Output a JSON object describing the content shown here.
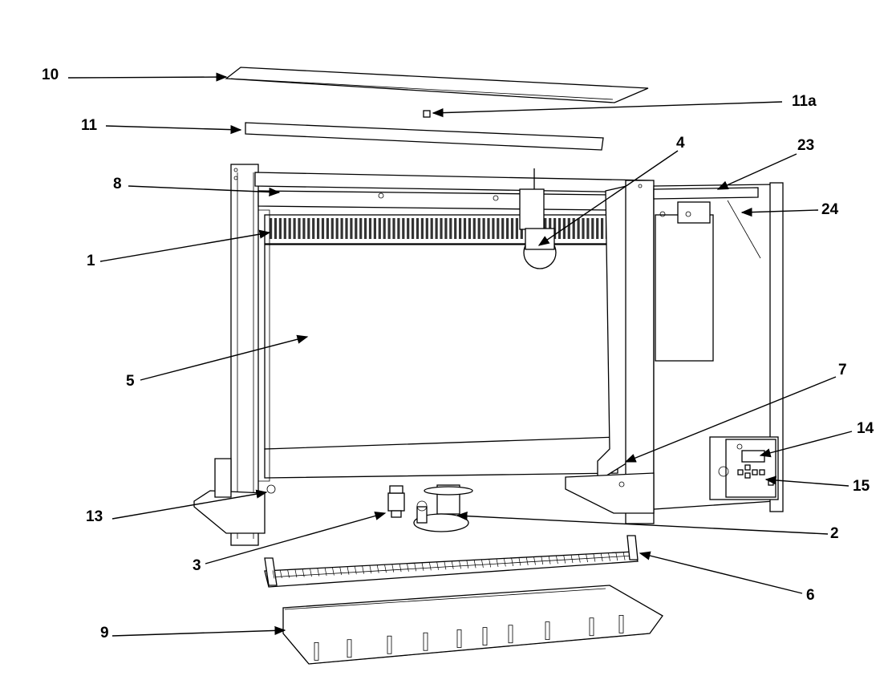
{
  "labels": {
    "p1": "1",
    "p2": "2",
    "p3": "3",
    "p4": "4",
    "p5": "5",
    "p6": "6",
    "p7": "7",
    "p8": "8",
    "p9": "9",
    "p10": "10",
    "p11": "11",
    "p11a": "11a",
    "p13": "13",
    "p14": "14",
    "p15": "15",
    "p23": "23",
    "p24": "24"
  }
}
